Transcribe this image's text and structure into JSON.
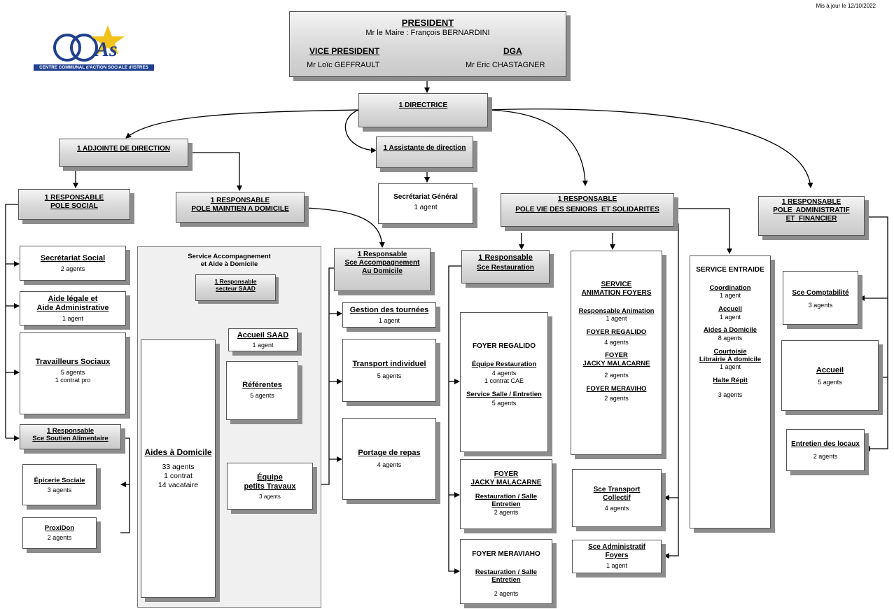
{
  "update_note": "Mis à jour le 12/10/2022",
  "logo": {
    "letters": "CCAS",
    "caption": "CENTRE COMMUNAL d'ACTION SOCIALE d'ISTRES"
  },
  "top": {
    "president_title": "PRESIDENT",
    "president_name": "Mr le Maire : François BERNARDINI",
    "vp_title": "VICE PRESIDENT",
    "vp_name": "Mr Loïc GEFFRAULT",
    "dga_title": "DGA",
    "dga_name": "Mr Eric CHASTAGNER"
  },
  "directrice": "1 DIRECTRICE",
  "adjointe": "1 ADJOINTE DE DIRECTION",
  "assistante": "1 Assistante de direction",
  "secretariat_general": {
    "title": "Secrétariat Général",
    "count": "1 agent"
  },
  "pole_social": {
    "line1": "1 RESPONSABLE",
    "line2": "POLE SOCIAL",
    "secretariat": {
      "title": "Secrétariat Social",
      "count": "2 agents"
    },
    "aide_legale": {
      "line1": "Aide légale et",
      "line2": "Aide Administrative",
      "count": "1 agent"
    },
    "travailleurs": {
      "title": "Travailleurs Sociaux",
      "count": "5 agents",
      "extra": "1 contrat pro"
    },
    "soutien": {
      "line1": "1 Responsable",
      "line2": "Sce Soutien Alimentaire"
    },
    "epicerie": {
      "title": "Épicerie Sociale",
      "count": "3 agents"
    },
    "proxidon": {
      "title": "ProxiDon",
      "count": "2 agents"
    }
  },
  "pole_maintien": {
    "line1": "1 RESPONSABLE",
    "line2": "POLE MAINTIEN A DOMICILE",
    "saad_panel": {
      "line1": "Service Accompagnement",
      "line2": "et Aide à Domicile"
    },
    "resp_saad": {
      "line1": "1 Responsable",
      "line2": "secteur SAAD"
    },
    "accueil_saad": {
      "title": "Accueil SAAD",
      "count": "1 agent"
    },
    "referentes": {
      "title": "Référentes",
      "count": "5 agents"
    },
    "aides_domicile": {
      "title": "Aides à Domicile",
      "line1": "33 agents",
      "line2": "1 contrat",
      "line3": "14 vacataire"
    },
    "equipe_travaux": {
      "line1": "Équipe",
      "line2": "petits Travaux",
      "count": "3 agents"
    }
  },
  "sce_accompagnement": {
    "line1": "1 Responsable",
    "line2": "Sce Accompagnement",
    "line3": "Au Domicile",
    "tournees": {
      "title": "Gestion des tournées",
      "count": "1 agent"
    },
    "transport": {
      "title": "Transport individuel",
      "count": "5 agents"
    },
    "portage": {
      "title": "Portage de repas",
      "count": "4 agents"
    }
  },
  "pole_seniors": {
    "line1": "1 RESPONSABLE",
    "line2": "POLE VIE DES SENIORS  ET SOLIDARITES",
    "restauration": {
      "line1": "1 Responsable",
      "line2": "Sce Restauration",
      "regalido": {
        "title": "FOYER REGALIDO",
        "sub1": "Équipe Restauration",
        "sub1_count": "4 agents",
        "sub1_extra": "1 contrat CAE",
        "sub2": "Service Salle / Entretien",
        "sub2_count": "5 agents"
      },
      "malacarne": {
        "line1": "FOYER",
        "line2": "JACKY MALACARNE",
        "sub1": "Restauration / Salle",
        "sub2": "Entretien",
        "count": "2 agents"
      },
      "meraviho": {
        "title": "FOYER MERAVIAHO",
        "sub1": "Restauration / Salle",
        "sub2": "Entretien",
        "count": "2 agents"
      }
    },
    "animation": {
      "line1": "SERVICE",
      "line2": "ANIMATION FOYERS",
      "resp": "Responsable Animation",
      "resp_count": "1 agent",
      "f1": "FOYER REGALIDO",
      "f1_count": "4 agents",
      "f2_line1": "FOYER",
      "f2_line2": "JACKY MALACARNE",
      "f2_count": "2 agents",
      "f3": "FOYER MERAVIHO",
      "f3_count": "2 agents"
    },
    "transport_collectif": {
      "line1": "Sce Transport",
      "line2": "Collectif",
      "count": "4 agents"
    },
    "admin_foyers": {
      "line1": "Sce Administratif",
      "line2": "Foyers",
      "count": "1 agent"
    },
    "entraide": {
      "title": "SERVICE ENTRAIDE",
      "coordination": "Coordination",
      "coordination_count": "1 agent",
      "accueil": "Accueil",
      "accueil_count": "1 agent",
      "aides": "Aides à Domicile",
      "aides_count": "8 agents",
      "courtoisie_line1": "Courtoisie",
      "courtoisie_line2": "Librairie À domicile",
      "courtoisie_count": "1 agent",
      "halte": "Halte Répit",
      "halte_count": "3 agents"
    }
  },
  "pole_admin": {
    "line1": "1 RESPONSABLE",
    "line2": "POLE  ADMINISTRATIF",
    "line3": "ET  FINANCIER",
    "comptabilite": {
      "title": "Sce Comptabilité",
      "count": "3 agents"
    },
    "accueil": {
      "title": "Accueil",
      "count": "5 agents"
    },
    "entretien": {
      "title": "Entretien des locaux",
      "count": "2 agents"
    }
  }
}
